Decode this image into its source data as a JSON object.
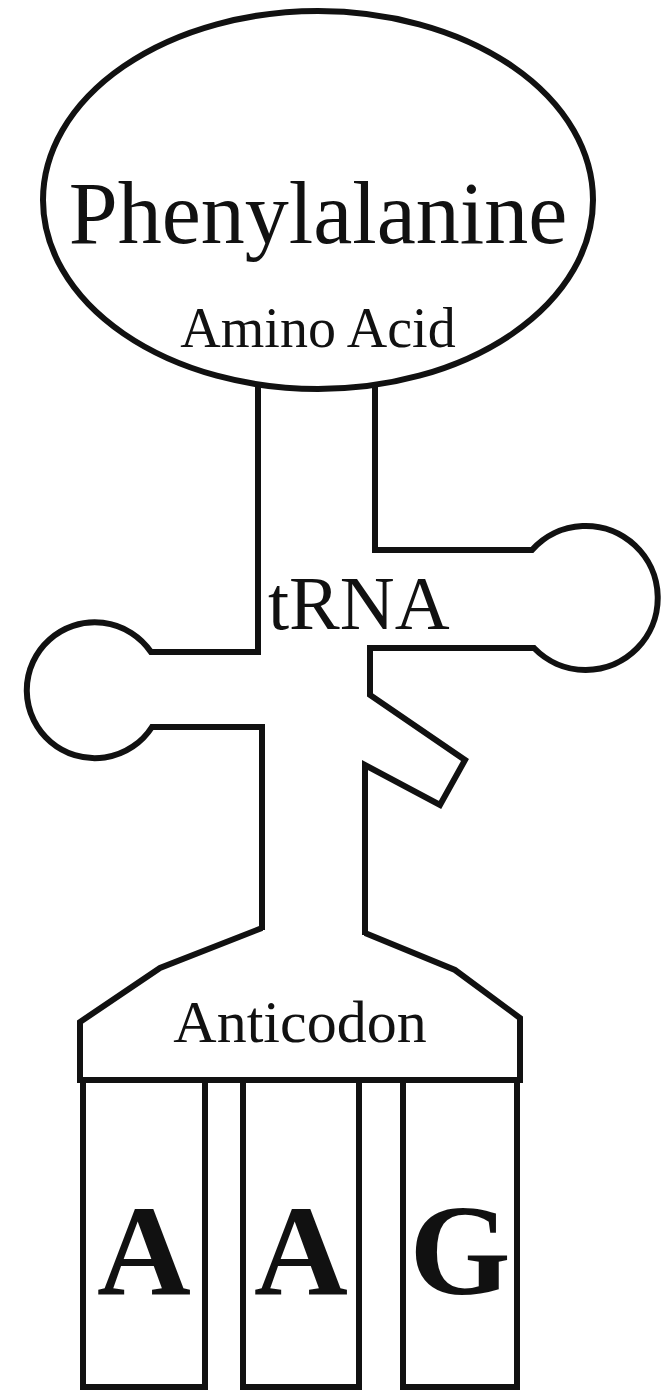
{
  "diagram": {
    "nodes": [
      {
        "text": [
          "Phenylalanine",
          "Amino Acid"
        ]
      },
      {
        "text": [
          "tRNA"
        ]
      },
      {
        "text": [
          "Anticodon"
        ]
      },
      {
        "text": [
          "A"
        ]
      },
      {
        "text": [
          "A"
        ]
      },
      {
        "text": [
          "G"
        ]
      }
    ]
  }
}
